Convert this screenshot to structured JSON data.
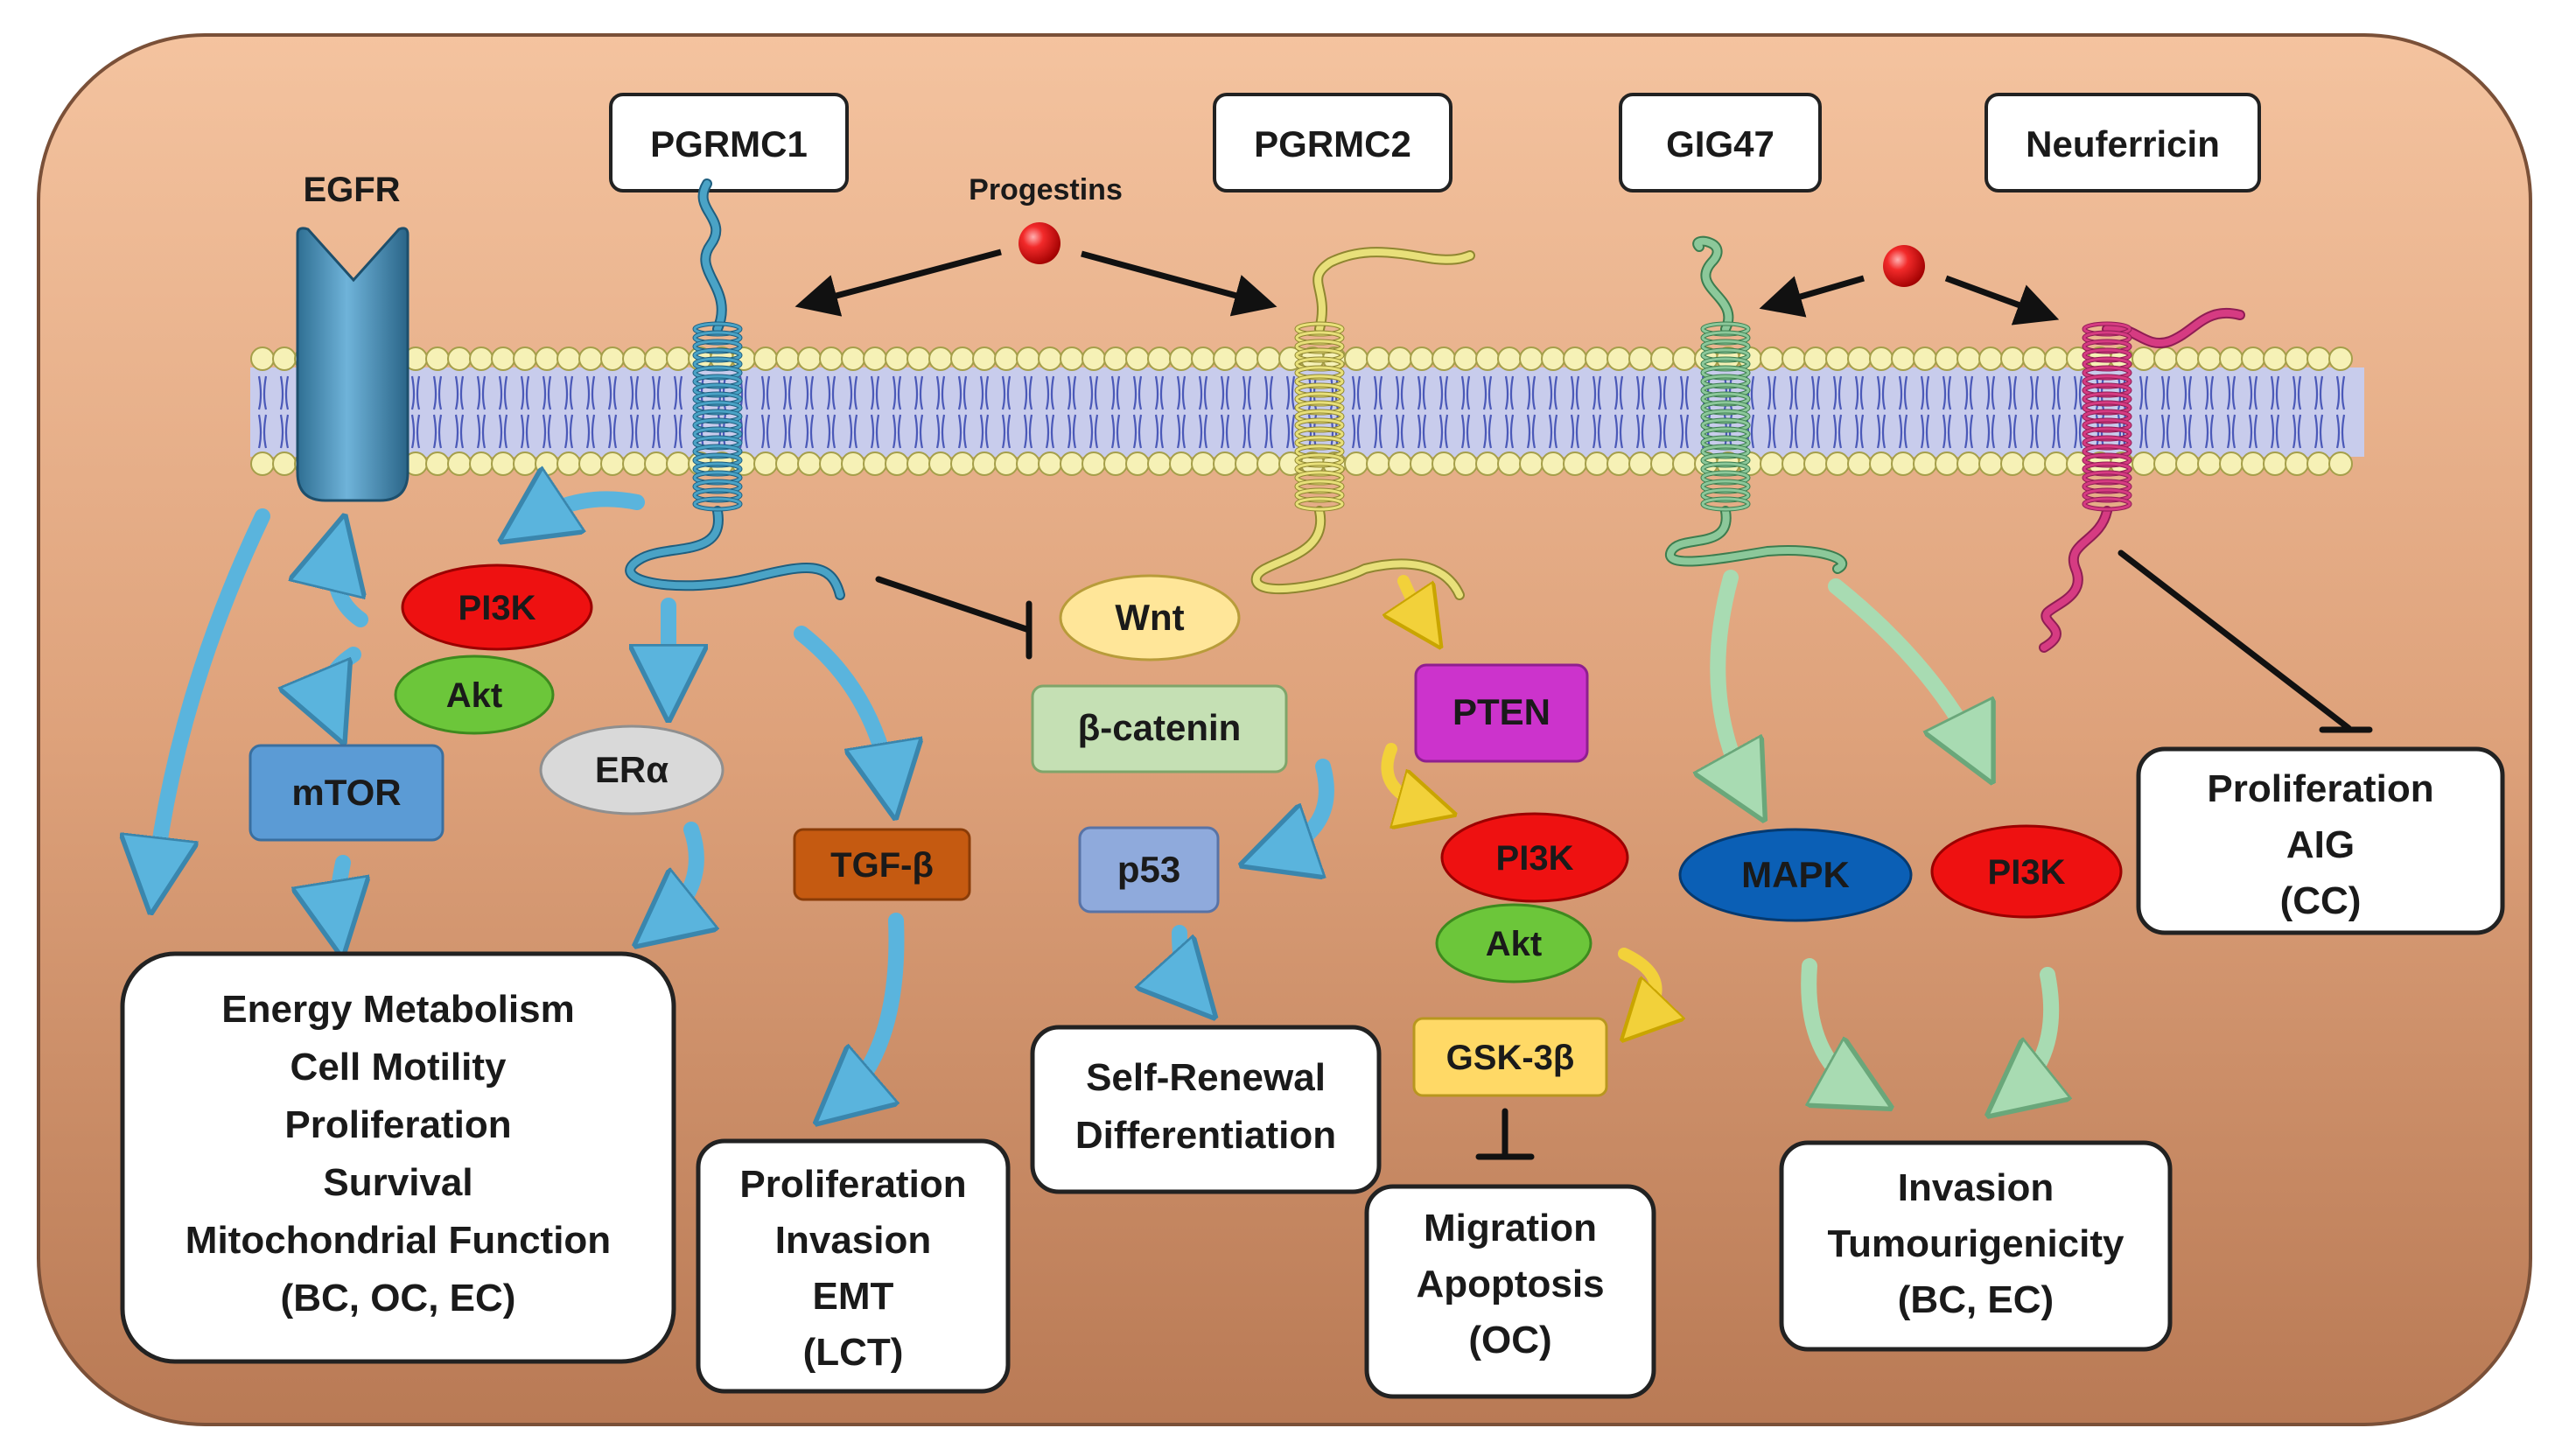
{
  "receptors": {
    "egfr": "EGFR",
    "pgrmc1": "PGRMC1",
    "pgrmc2": "PGRMC2",
    "gig47": "GIG47",
    "neuferricin": "Neuferricin"
  },
  "ligand": {
    "label": "Progestins"
  },
  "nodes": {
    "pi3k_left": "PI3K",
    "akt_left": "Akt",
    "mtor": "mTOR",
    "era": "ERα",
    "tgfb": "TGF-β",
    "wnt": "Wnt",
    "bcatenin": "β-catenin",
    "p53": "p53",
    "pten": "PTEN",
    "pi3k_mid": "PI3K",
    "akt_mid": "Akt",
    "gsk3b": "GSK-3β",
    "mapk": "MAPK",
    "pi3k_right": "PI3K"
  },
  "outcomes": {
    "left": [
      "Energy Metabolism",
      "Cell Motility",
      "Proliferation",
      "Survival",
      "Mitochondrial Function",
      "(BC, OC, EC)"
    ],
    "tgf": [
      "Proliferation",
      "Invasion",
      "EMT",
      "(LCT)"
    ],
    "p53": [
      "Self-Renewal",
      "Differentiation"
    ],
    "gsk": [
      "Migration",
      "Apoptosis",
      "(OC)"
    ],
    "mapk": [
      "Invasion",
      "Tumourigenicity",
      "(BC, EC)"
    ],
    "neuf": [
      "Proliferation",
      "AIG",
      "(CC)"
    ]
  },
  "colors": {
    "cell_background": "#dfa27a",
    "pi3k": "#ee1111",
    "akt": "#6cc63a",
    "mtor": "#5b9bd5",
    "era": "#d9d9d9",
    "tgfb": "#c55a11",
    "wnt": "#ffe699",
    "bcatenin": "#c5e0b4",
    "p53": "#8faadc",
    "pten": "#cc33cc",
    "gsk3b": "#ffd966",
    "mapk": "#0b5fb5",
    "pgrmc1_helix": "#4aa3c6",
    "pgrmc2_helix": "#e8e07a",
    "gig47_helix": "#8cc89a",
    "neuferricin_helix": "#d63b82",
    "blue_arrow": "#5ab4dd",
    "yellow_arrow": "#f2d13a",
    "green_arrow": "#a8dbb2"
  }
}
